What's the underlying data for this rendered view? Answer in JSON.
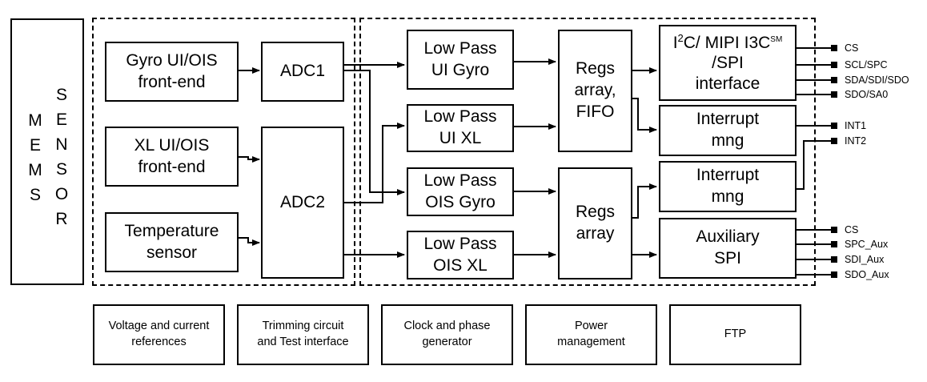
{
  "mems": {
    "left_letters": [
      "M",
      "E",
      "M",
      "S"
    ],
    "right_letters": [
      "S",
      "E",
      "N",
      "S",
      "O",
      "R"
    ]
  },
  "blocks": {
    "gyro_frontend": [
      "Gyro UI/OIS",
      "front-end"
    ],
    "xl_frontend": [
      "XL UI/OIS",
      "front-end"
    ],
    "temp_sensor": [
      "Temperature",
      "sensor"
    ],
    "adc1": "ADC1",
    "adc2": "ADC2",
    "lp_ui_gyro": [
      "Low Pass",
      "UI Gyro"
    ],
    "lp_ui_xl": [
      "Low Pass",
      "UI XL"
    ],
    "lp_ois_gyro": [
      "Low Pass",
      "OIS Gyro"
    ],
    "lp_ois_xl": [
      "Low Pass",
      "OIS XL"
    ],
    "regs_fifo": [
      "Regs",
      "array,",
      "FIFO"
    ],
    "regs_array": [
      "Regs",
      "array"
    ],
    "serial_if": {
      "line1_a": "I",
      "line1_sup": "2",
      "line1_b": "C/ MIPI I3C",
      "line1_sup2": "SM",
      "line2": "/SPI",
      "line3": "interface"
    },
    "interrupt1": [
      "Interrupt",
      "mng"
    ],
    "interrupt2": [
      "Interrupt",
      "mng"
    ],
    "aux_spi": [
      "Auxiliary",
      "SPI"
    ]
  },
  "pins": {
    "serial": [
      "CS",
      "SCL/SPC",
      "SDA/SDI/SDO",
      "SDO/SA0"
    ],
    "interrupts": [
      "INT1",
      "INT2"
    ],
    "aux": [
      "CS",
      "SPC_Aux",
      "SDI_Aux",
      "SDO_Aux"
    ]
  },
  "bottom_blocks": [
    [
      "Voltage and current",
      "references"
    ],
    [
      "Trimming circuit",
      "and Test interface"
    ],
    [
      "Clock and phase",
      "generator"
    ],
    [
      "Power",
      "management"
    ],
    [
      "FTP"
    ]
  ]
}
